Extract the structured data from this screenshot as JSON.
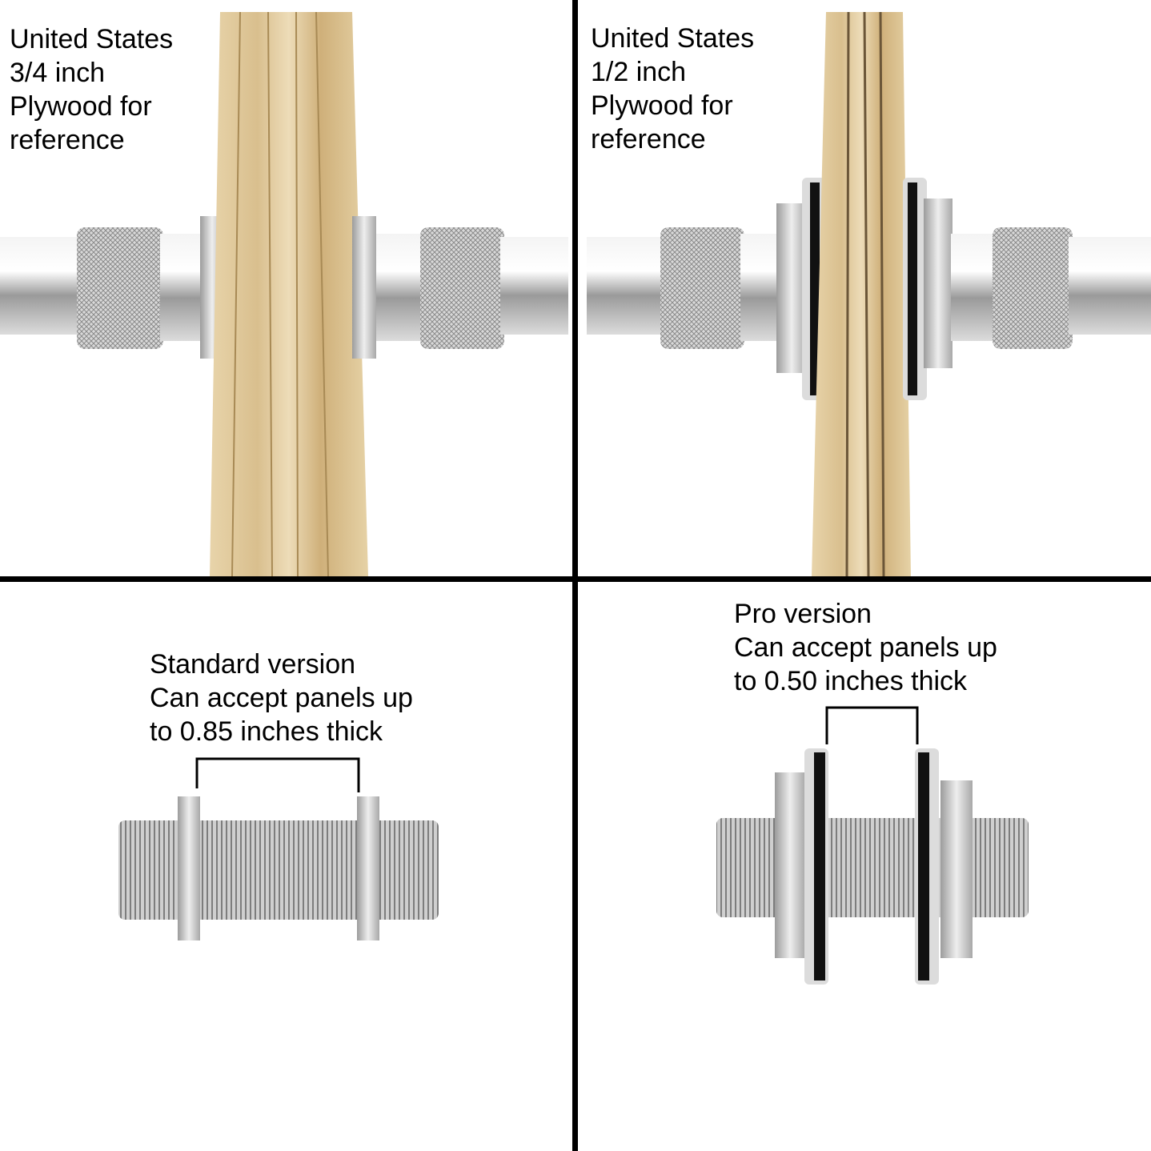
{
  "panels": [
    {
      "lines": [
        "United States",
        "3/4 inch",
        "Plywood for",
        "reference"
      ]
    },
    {
      "lines": [
        "United States",
        "1/2 inch",
        "Plywood for",
        "reference"
      ]
    },
    {
      "lines": [
        "Standard version",
        "Can accept panels up",
        "to 0.85 inches thick"
      ]
    },
    {
      "lines": [
        "Pro version",
        "Can accept panels up",
        "to 0.50 inches thick"
      ]
    }
  ],
  "colors": {
    "wood": "#e2cfa6",
    "metal": "#c9c9c9",
    "washer": "#111111"
  }
}
